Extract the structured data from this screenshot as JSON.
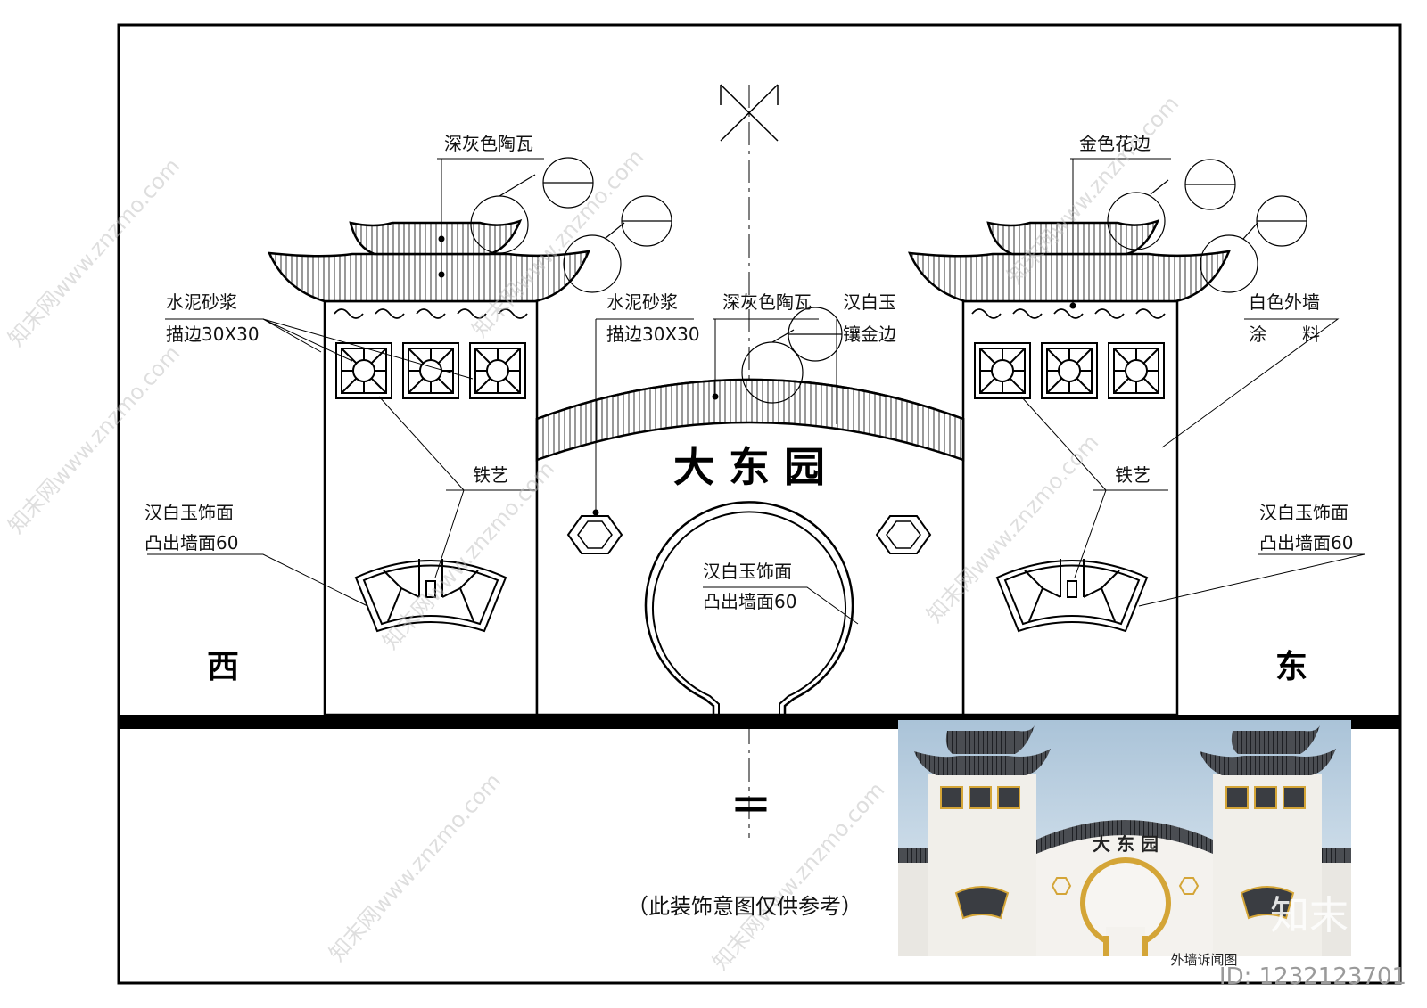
{
  "labels": {
    "left_roof_tile": "深灰色陶瓦",
    "right_gold_trim": "金色花边",
    "cement_left_1": "水泥砂浆",
    "cement_left_2": "描边30X30",
    "cement_mid_1": "水泥砂浆",
    "cement_mid_2": "描边30X30",
    "mid_roof_tile": "深灰色陶瓦",
    "jade_gold_1": "汉白玉",
    "jade_gold_2": "镶金边",
    "white_wall_1": "白色外墙",
    "white_wall_2": "涂　　料",
    "iron_left": "铁艺",
    "iron_right": "铁艺",
    "jade_face_left_1": "汉白玉饰面",
    "jade_face_left_2": "凸出墙面60",
    "jade_face_mid_1": "汉白玉饰面",
    "jade_face_mid_2": "凸出墙面60",
    "jade_face_right_1": "汉白玉饰面",
    "jade_face_right_2": "凸出墙面60"
  },
  "gate_name": "大  东  园",
  "west": "西",
  "east": "东",
  "equals": "=",
  "note": "（此装饰意图仅供参考）",
  "photo_caption": "外墙诉闻图",
  "photo_gate_name": "大 东 园",
  "watermark": "知末网www.znzmo.com",
  "logo": "知末",
  "id_text": "ID: 1232123701",
  "colors": {
    "line": "#000000",
    "gold": "#d4a537",
    "roof_dark": "#3a3d42",
    "sky": "#c6d9e8"
  }
}
